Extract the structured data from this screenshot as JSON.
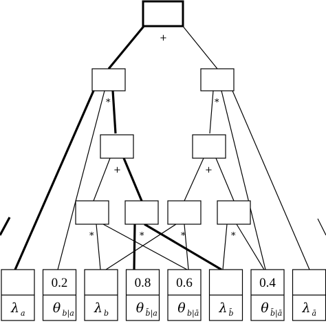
{
  "operators": {
    "sum": "+",
    "product": "*"
  },
  "leaves": [
    {
      "id": "lambda-a",
      "value": "",
      "symbol": "λ",
      "subscript": "a",
      "bar_subscript": false
    },
    {
      "id": "theta-b-given-a",
      "value": "0.2",
      "symbol": "θ",
      "subscript": "b|a",
      "bar_subscript": false
    },
    {
      "id": "lambda-b",
      "value": "",
      "symbol": "λ",
      "subscript": "b",
      "bar_subscript": false
    },
    {
      "id": "theta-notb-given-a",
      "value": "0.8",
      "symbol": "θ",
      "subscript": "b̄|a",
      "bar_subscript": true
    },
    {
      "id": "theta-b-given-nota",
      "value": "0.6",
      "symbol": "θ",
      "subscript": "b|ā",
      "bar_subscript": true
    },
    {
      "id": "lambda-notb",
      "value": "",
      "symbol": "λ",
      "subscript": "b̄",
      "bar_subscript": true
    },
    {
      "id": "theta-notb-given-nota",
      "value": "0.4",
      "symbol": "θ",
      "subscript": "b̄|ā",
      "bar_subscript": true
    },
    {
      "id": "lambda-nota",
      "value": "",
      "symbol": "λ",
      "subscript": "ā",
      "bar_subscript": true
    }
  ]
}
